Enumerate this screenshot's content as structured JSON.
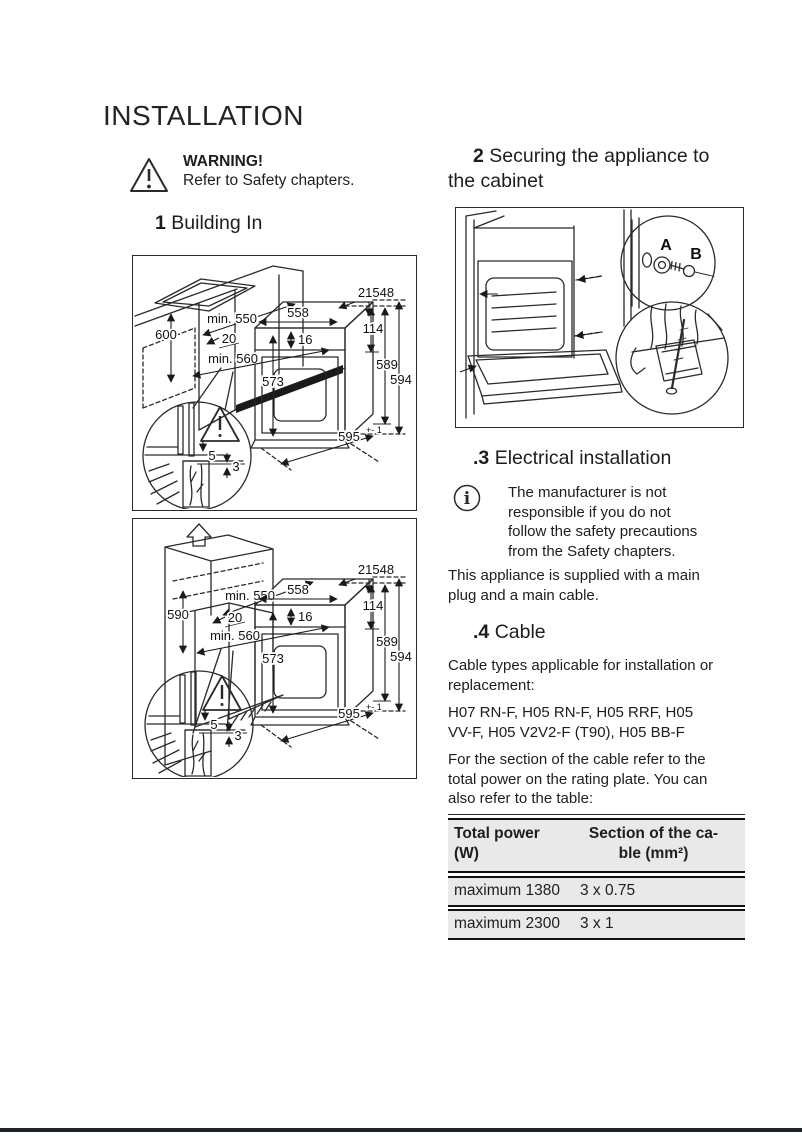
{
  "page_title": "INSTALLATION",
  "warning": {
    "title": "WARNING!",
    "text": "Refer to Safety chapters."
  },
  "sections": {
    "building_in": {
      "num": "1",
      "title": "Building In"
    },
    "securing": {
      "num": "2",
      "title": "Securing the appliance to\nthe cabinet"
    },
    "electrical": {
      "num": ".3",
      "title": "Electrical installation",
      "note": "The manufacturer is not\nresponsible if you do not\nfollow the safety precautions\nfrom the Safety chapters.",
      "body": "This appliance is supplied with a main\nplug and a main cable."
    },
    "cable": {
      "num": ".4",
      "title": "Cable",
      "p1": "Cable types applicable for installation or\nreplacement:",
      "p2": "H07 RN-F, H05 RN-F, H05 RRF, H05\nVV-F, H05 V2V2-F (T90), H05 BB-F",
      "p3": "For the section of the cable refer to the\ntotal power on the rating plate. You can\nalso refer to the table:"
    }
  },
  "figures": {
    "fig1": {
      "d600": "600",
      "min550": "min. 550",
      "d20": "20",
      "min560": "min. 560",
      "d558": "558",
      "d16": "16",
      "d573": "573",
      "d21548": "21548",
      "d114": "114",
      "d589": "589",
      "d594": "594",
      "d595": "595"
    },
    "fig2": {
      "d590": "590",
      "min550": "min. 550",
      "d20": "20",
      "min560": "min. 560",
      "d558": "558",
      "d16": "16",
      "d573": "573",
      "d21548": "21548",
      "d114": "114",
      "d589": "589",
      "d594": "594",
      "d595": "595"
    },
    "detail": {
      "d5": "5",
      "d3": "3"
    },
    "tol": "+- 1",
    "securing": {
      "part_a": "A",
      "part_b": "B"
    }
  },
  "table": {
    "header": {
      "col1": "Total power (W)",
      "col2": "Section of the ca-\nble (mm²)"
    },
    "rows": [
      {
        "power": "maximum 1380",
        "section": "3 x 0.75"
      },
      {
        "power": "maximum 2300",
        "section": "3 x 1"
      }
    ]
  },
  "colors": {
    "line": "#2a2a2a",
    "table_fill": "#e9e9e9",
    "footer_bar": "#1c222c",
    "text": "#1d1d1d"
  }
}
